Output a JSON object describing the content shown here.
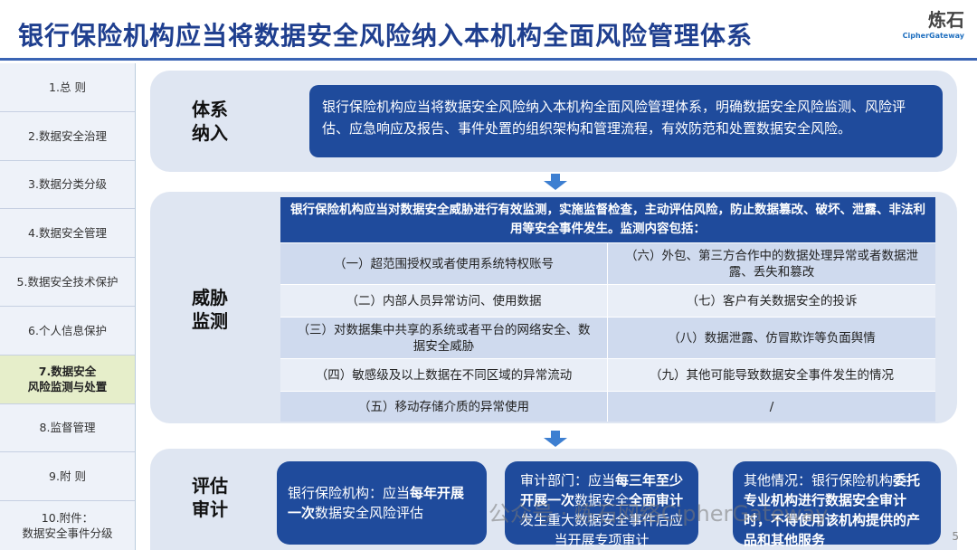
{
  "title": "银行保险机构应当将数据安全风险纳入本机构全面风险管理体系",
  "logo": {
    "cn": "炼石",
    "en": "CipherGateway"
  },
  "sidebar": {
    "items": [
      {
        "label": "1.总 则"
      },
      {
        "label": "2.数据安全治理"
      },
      {
        "label": "3.数据分类分级"
      },
      {
        "label": "4.数据安全管理"
      },
      {
        "label": "5.数据安全技术保护"
      },
      {
        "label": "6.个人信息保护"
      },
      {
        "label": "7.数据安全\n风险监测与处置"
      },
      {
        "label": "8.监督管理"
      },
      {
        "label": "9.附 则"
      },
      {
        "label": "10.附件：\n数据安全事件分级"
      }
    ],
    "active_index": 6
  },
  "section1": {
    "label": "体系\n纳入",
    "text": "银行保险机构应当将数据安全风险纳入本机构全面风险管理体系，明确数据安全风险监测、风险评估、应急响应及报告、事件处置的组织架构和管理流程，有效防范和处置数据安全风险。"
  },
  "section2": {
    "label": "威胁\n监测",
    "header": "银行保险机构应当对数据安全威胁进行有效监测，实施监督检查，主动评估风险，防止数据篡改、破坏、泄露、非法利用等安全事件发生。监测内容包括：",
    "rows": [
      {
        "left": "（一）超范围授权或者使用系统特权账号",
        "right": "（六）外包、第三方合作中的数据处理异常或者数据泄露、丢失和篡改"
      },
      {
        "left": "（二）内部人员异常访问、使用数据",
        "right": "（七）客户有关数据安全的投诉"
      },
      {
        "left": "（三）对数据集中共享的系统或者平台的网络安全、数据安全威胁",
        "right": "（八）数据泄露、仿冒欺诈等负面舆情"
      },
      {
        "left": "（四）敏感级及以上数据在不同区域的异常流动",
        "right": "（九）其他可能导致数据安全事件发生的情况"
      },
      {
        "left": "（五）移动存储介质的异常使用",
        "right": "/"
      }
    ]
  },
  "section3": {
    "label": "评估\n审计",
    "box1": {
      "pre": "银行保险机构：应当",
      "hl": "每年开展一次",
      "post": "数据安全风险评估"
    },
    "box2": {
      "pre": "审计部门：应当",
      "hl1": "每三年至少开展一次",
      "mid": "数据安全",
      "hl2": "全面审计",
      "post": "发生重大数据安全事件后应当开展专项审计"
    },
    "box3": {
      "pre": "其他情况：银行保险机构",
      "hl": "委托专业机构进行数据安全审计时，不得使用该机构提供的产品和其他服务"
    }
  },
  "page_number": "5",
  "watermark": "公众号 · 炼石网络CipherGateway"
}
